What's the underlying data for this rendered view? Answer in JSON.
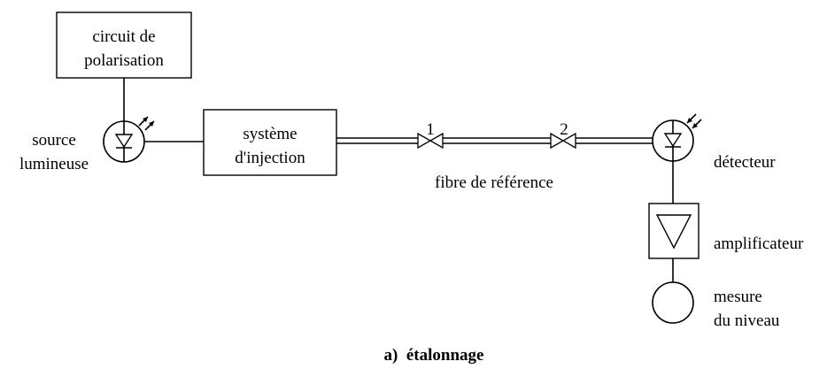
{
  "circuit_box": {
    "line1": "circuit de",
    "line2": "polarisation"
  },
  "source": {
    "line1": "source",
    "line2": "lumineuse"
  },
  "injection_box": {
    "line1": "système",
    "line2": "d'injection"
  },
  "connectors": {
    "first": "1",
    "second": "2"
  },
  "fiber_label": "fibre de référence",
  "detector_label": "détecteur",
  "amplifier_label": "amplificateur",
  "measure": {
    "line1": "mesure",
    "line2": "du niveau"
  },
  "caption": "a)  étalonnage"
}
